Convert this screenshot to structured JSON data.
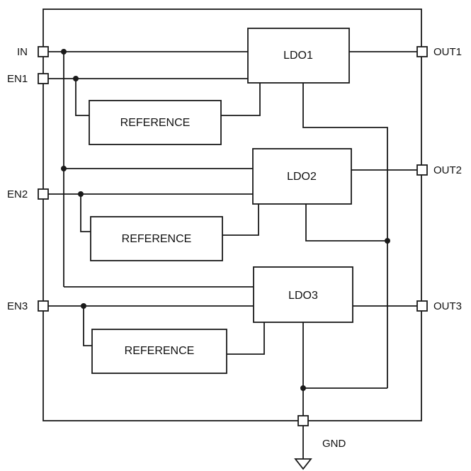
{
  "pins": {
    "in": "IN",
    "en1": "EN1",
    "en2": "EN2",
    "en3": "EN3",
    "out1": "OUT1",
    "out2": "OUT2",
    "out3": "OUT3",
    "gnd": "GND"
  },
  "blocks": {
    "ldo1": "LDO1",
    "ldo2": "LDO2",
    "ldo3": "LDO3",
    "ref1": "REFERENCE",
    "ref2": "REFERENCE",
    "ref3": "REFERENCE"
  },
  "colors": {
    "line": "#1a1a1a",
    "background": "#ffffff"
  }
}
